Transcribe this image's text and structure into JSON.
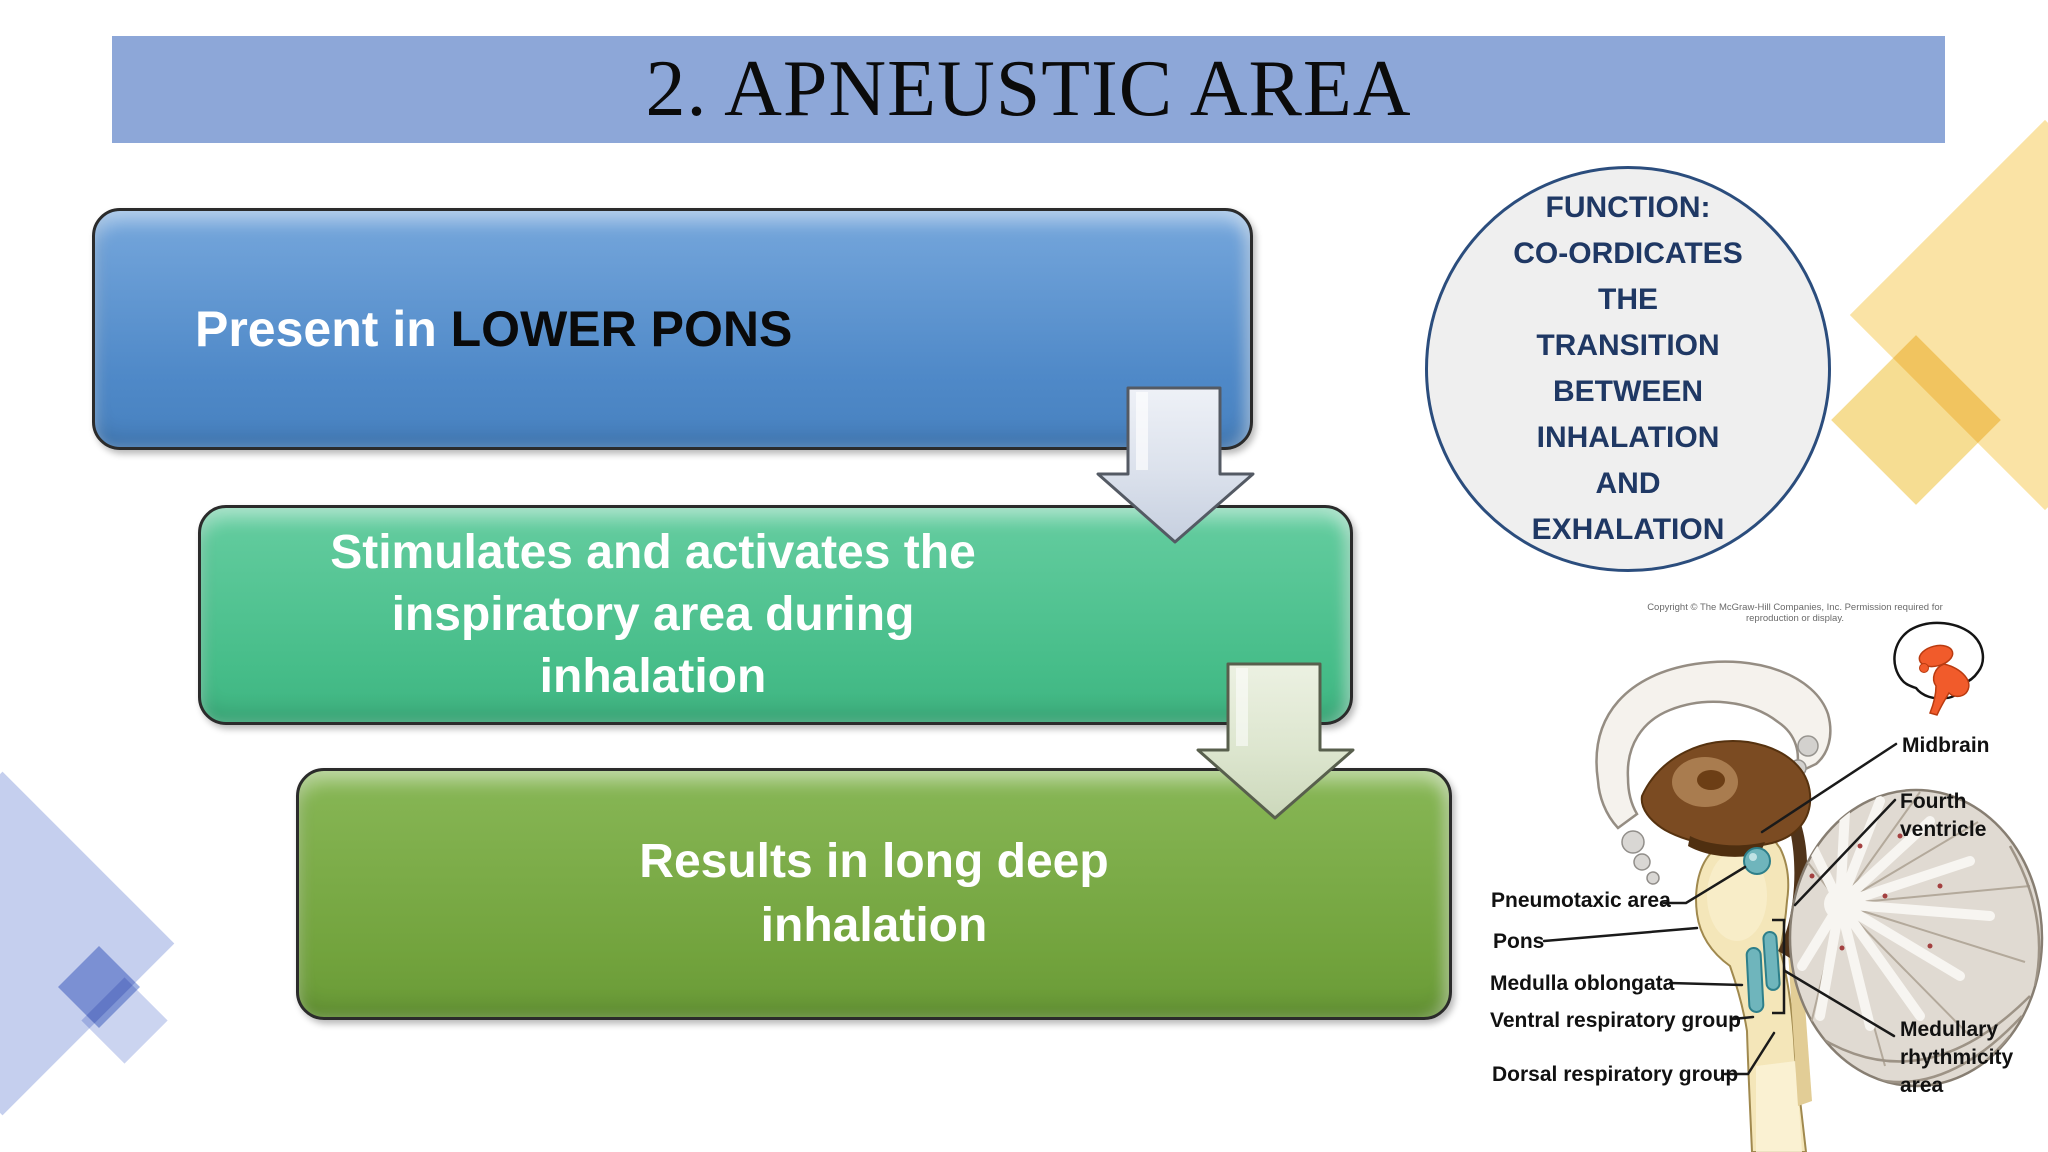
{
  "slide_title": "2. APNEUSTIC AREA",
  "flow": {
    "box1": {
      "lead": "Present in ",
      "emphasis": "LOWER PONS"
    },
    "box2": "Stimulates and activates the\ninspiratory area during\ninhalation",
    "box3": "Results in long deep\ninhalation"
  },
  "function_circle": {
    "lines": [
      "FUNCTION:",
      "CO-ORDICATES",
      "THE",
      "TRANSITION",
      "BETWEEN",
      "INHALATION",
      "AND",
      "EXHALATION"
    ]
  },
  "diagram": {
    "copyright": "Copyright © The McGraw-Hill Companies, Inc. Permission required for reproduction or display.",
    "labels": {
      "midbrain": "Midbrain",
      "fourth_ventricle": "Fourth\nventricle",
      "pneumotaxic": "Pneumotaxic area",
      "pons": "Pons",
      "medulla": "Medulla oblongata",
      "ventral": "Ventral respiratory group",
      "dorsal": "Dorsal respiratory group",
      "medullary": "Medullary\nrhythmicity\narea"
    }
  },
  "colors": {
    "banner-blue": "#8da7d8",
    "box1-blue": "#4f89c8",
    "box1-blue-light": "#76a7dc",
    "box2-green": "#46bd89",
    "box2-green-light": "#65cda0",
    "box3-green": "#72a33d",
    "box3-green-light": "#88b756",
    "circle-border": "#2b4d7d",
    "circle-fill": "#efefef",
    "circle-text": "#1f3864",
    "diamond-blue": "#c5cfee",
    "diamond-blue-dark": "#9fb2e2",
    "diamond-yellow": "#fae3a5",
    "diamond-yellow-dark": "#f6dd92"
  }
}
